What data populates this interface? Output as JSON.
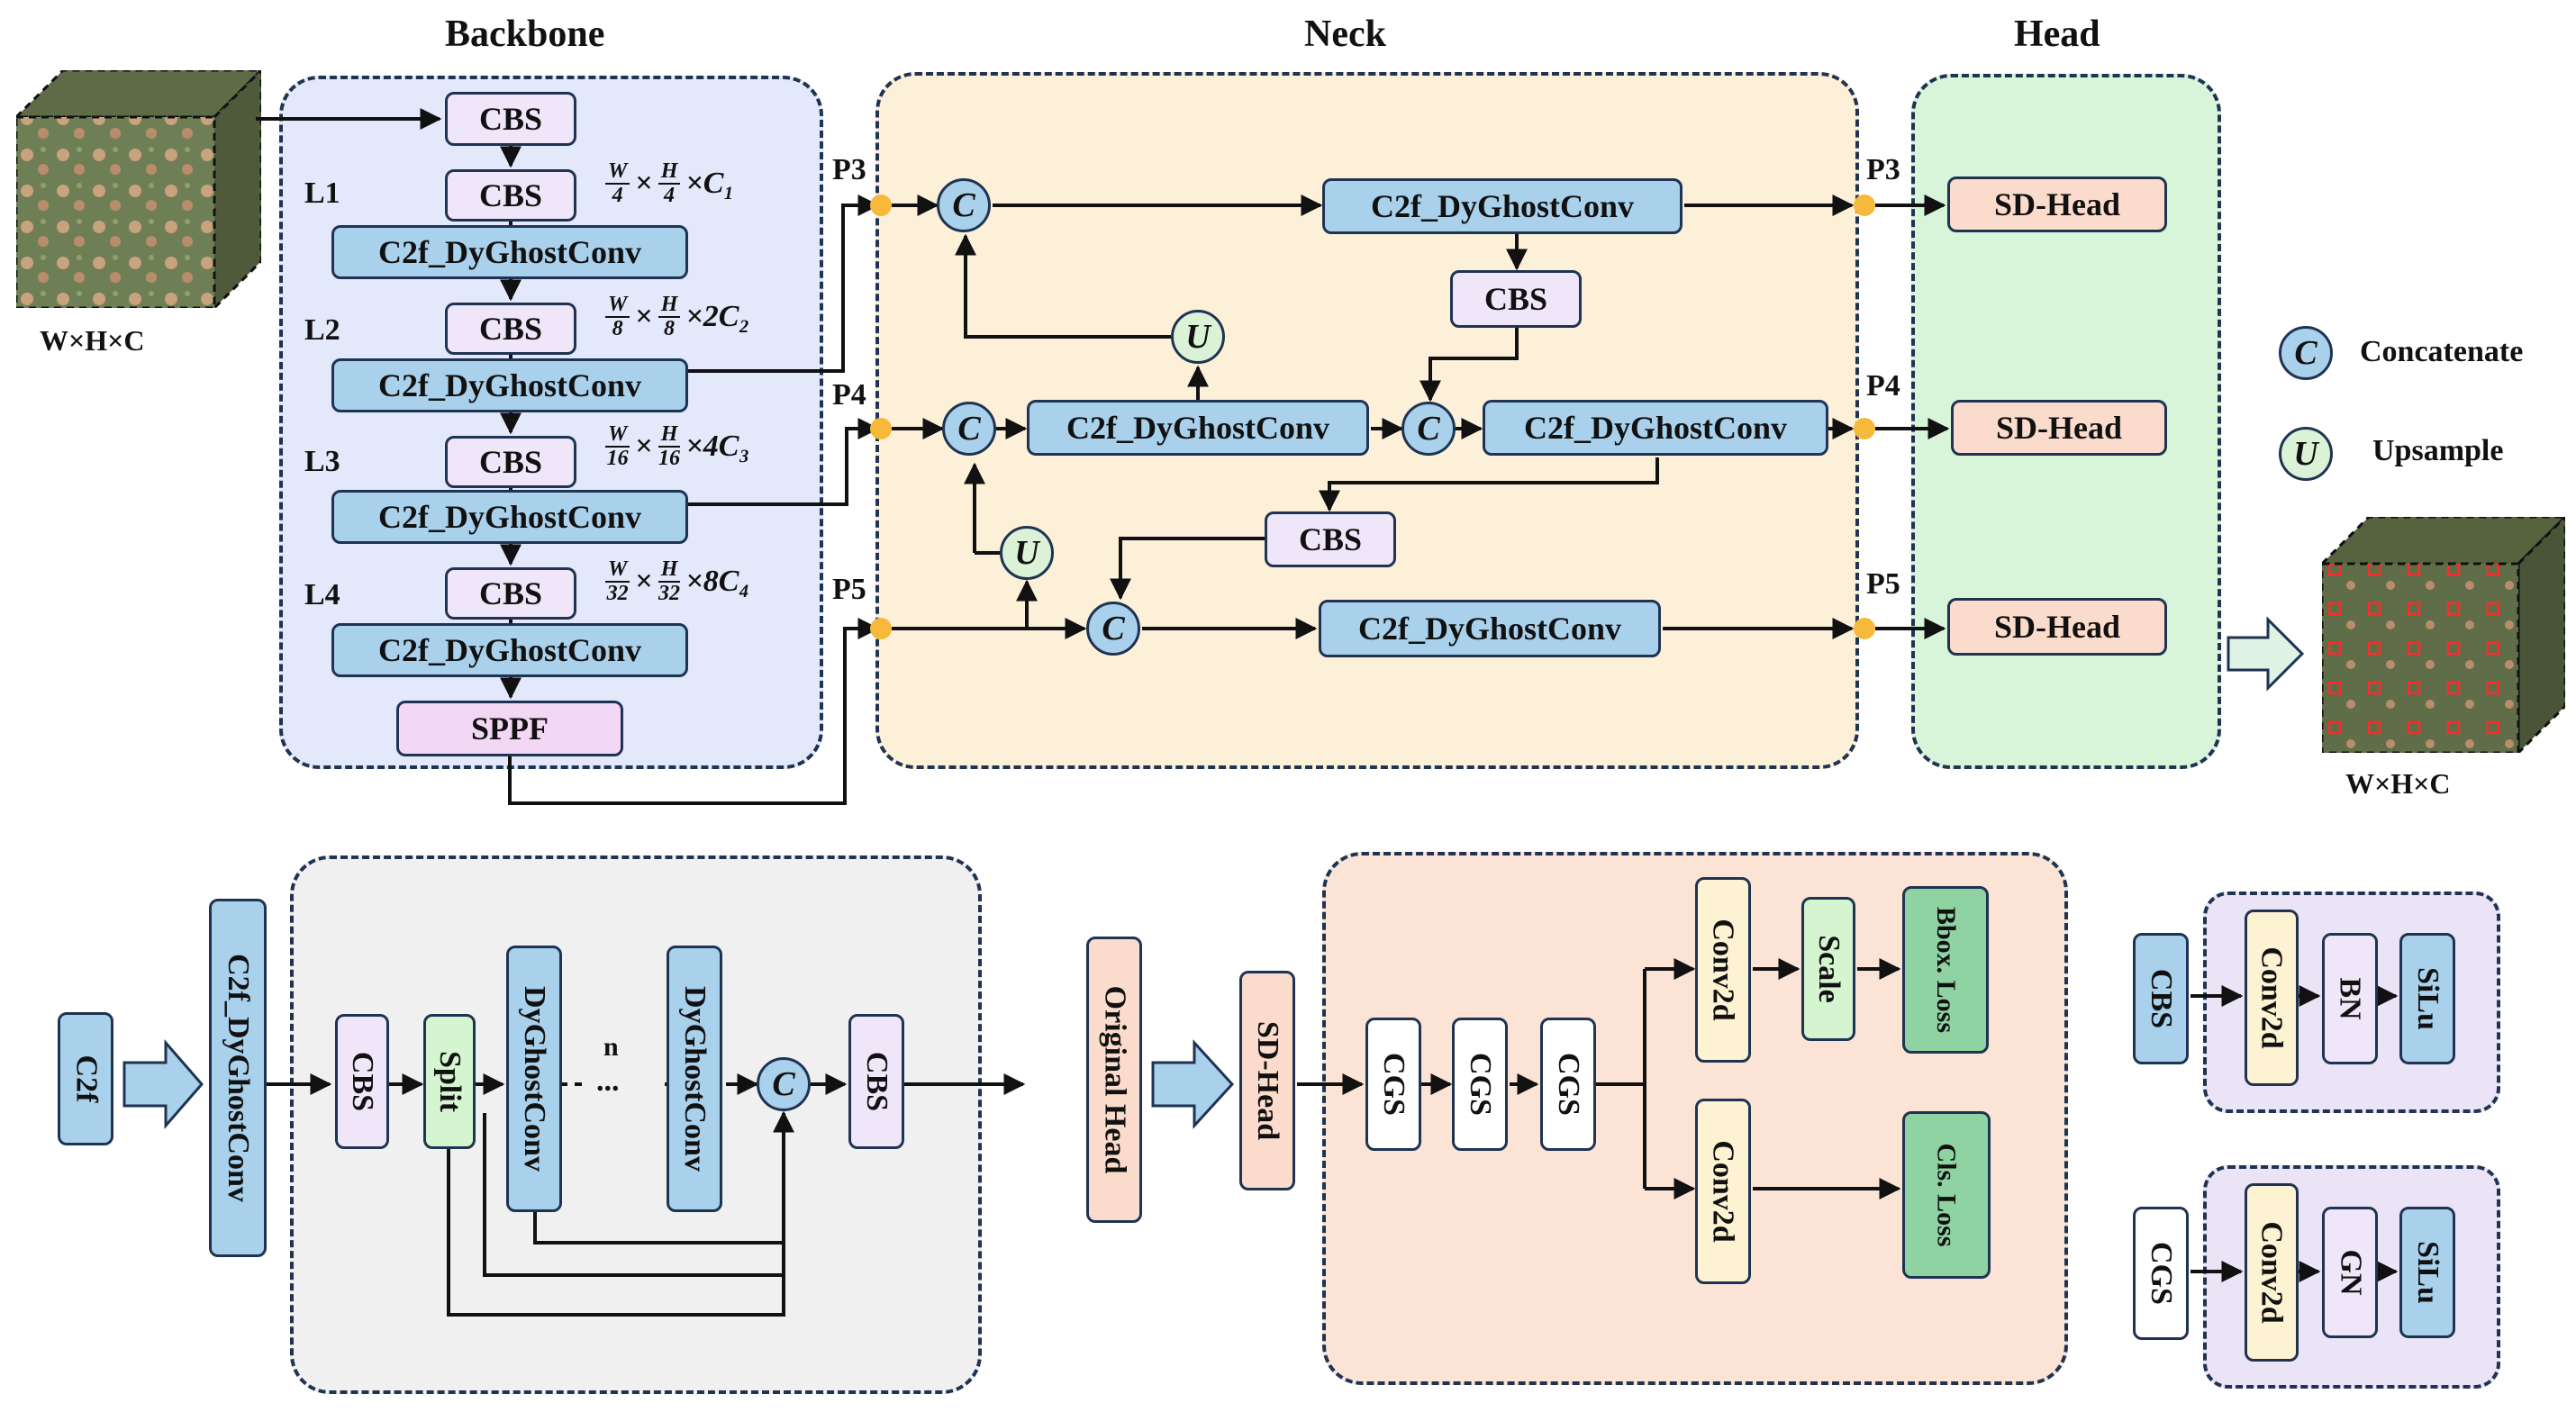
{
  "titles": {
    "backbone": "Backbone",
    "neck": "Neck",
    "head": "Head"
  },
  "io": {
    "input_label": "W×H×C",
    "output_label": "W×H×C"
  },
  "backbone": {
    "cbs": "CBS",
    "c2f": "C2f_DyGhostConv",
    "sppf": "SPPF",
    "levels": [
      "L1",
      "L2",
      "L3",
      "L4"
    ],
    "sizes": [
      "W/4 × H/4 ×C₁",
      "W/8 × H/8 ×2C₂",
      "W/16 × H/16 ×4C₃",
      "W/32 × H/32 ×8C₄"
    ],
    "size_parts": [
      {
        "w": "W",
        "wd": "4",
        "h": "H",
        "hd": "4",
        "c": "×C₁"
      },
      {
        "w": "W",
        "wd": "8",
        "h": "H",
        "hd": "8",
        "c": "×2C₂"
      },
      {
        "w": "W",
        "wd": "16",
        "h": "H",
        "hd": "16",
        "c": "×4C₃"
      },
      {
        "w": "W",
        "wd": "32",
        "h": "H",
        "hd": "32",
        "c": "×8C₄"
      }
    ]
  },
  "ports": {
    "p3": "P3",
    "p4": "P4",
    "p5": "P5"
  },
  "neck": {
    "c2f": "C2f_DyGhostConv",
    "cbs": "CBS",
    "concat": "C",
    "upsample": "U"
  },
  "head": {
    "sdhead": "SD-Head"
  },
  "legend": {
    "concat_symbol": "C",
    "concat_label": "Concatenate",
    "upsample_symbol": "U",
    "upsample_label": "Upsample"
  },
  "c2f_detail": {
    "c2f": "C2f",
    "c2f_dyghost": "C2f_DyGhostConv",
    "cbs": "CBS",
    "split": "Split",
    "dyghostconv": "DyGhostConv",
    "n": "n",
    "ellipsis": "...",
    "concat": "C"
  },
  "sdhead_detail": {
    "original_head": "Original Head",
    "sdhead": "SD-Head",
    "cgs": "CGS",
    "conv2d": "Conv2d",
    "scale": "Scale",
    "bbox_loss": "Bbox. Loss",
    "cls_loss": "Cls. Loss"
  },
  "cbs_def": {
    "cbs": "CBS",
    "conv2d": "Conv2d",
    "bn": "BN",
    "silu": "SiLu"
  },
  "cgs_def": {
    "cgs": "CGS",
    "conv2d": "Conv2d",
    "gn": "GN",
    "silu": "SiLu"
  },
  "colors": {
    "backbone_bg": "#e3e8fa",
    "neck_bg": "#fdf0d9",
    "head_bg": "#d8f5da",
    "block_blue": "#a9d1ec",
    "block_pink": "#f0e6fa",
    "sdhead": "#fbdccc",
    "port_dot": "#f6b93b"
  }
}
